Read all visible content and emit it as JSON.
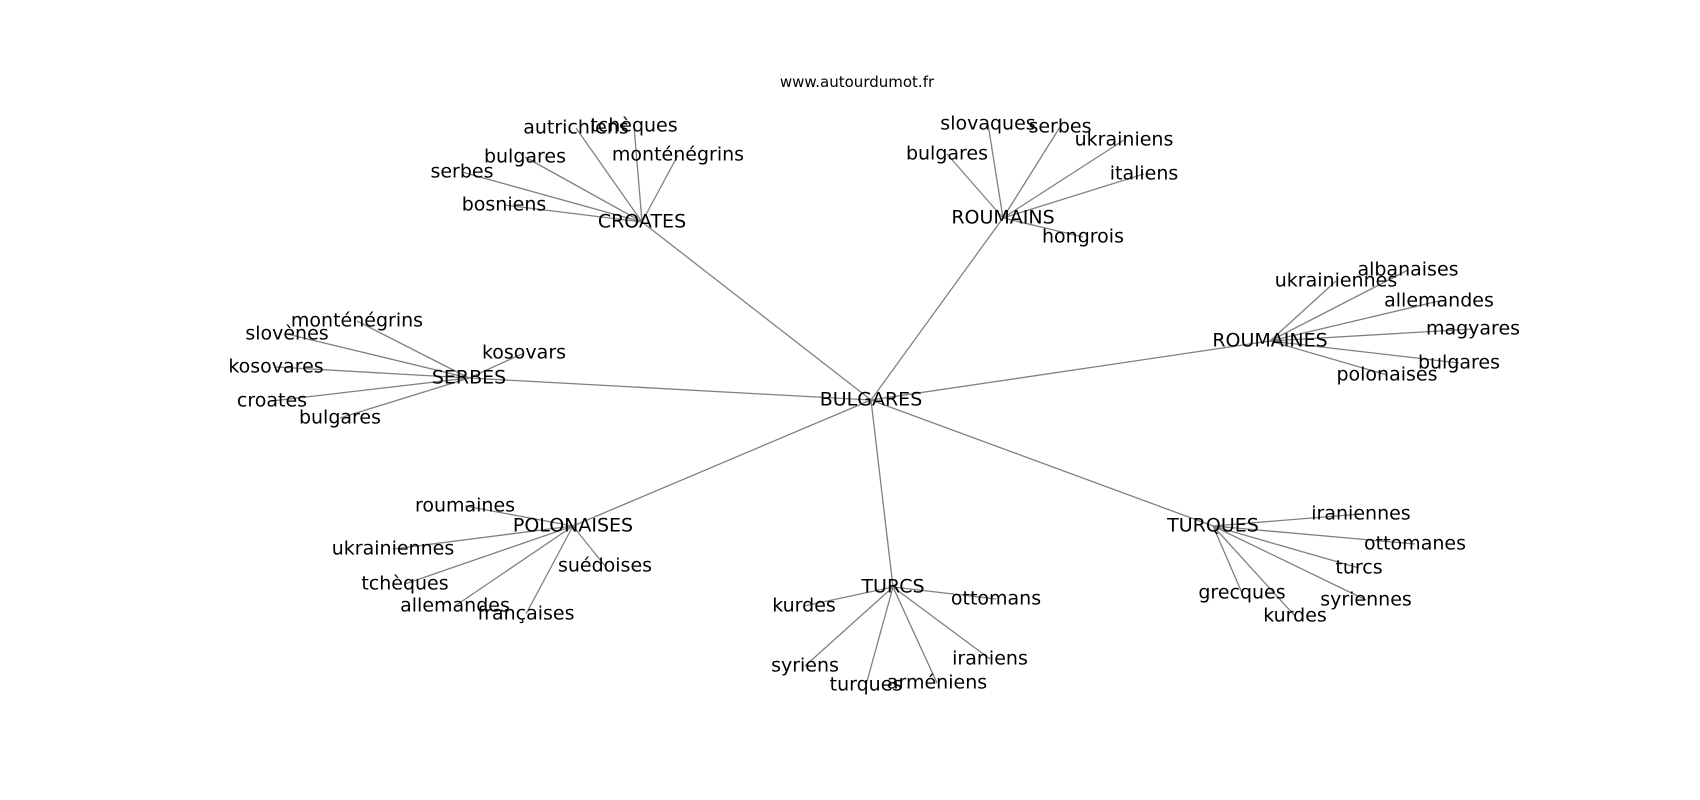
{
  "site": "www.autourdumot.fr",
  "graph": {
    "nodes": [
      {
        "id": "root",
        "label": "BULGARES"
      },
      {
        "id": "croates",
        "label": "CROATES"
      },
      {
        "id": "roumains",
        "label": "ROUMAINS"
      },
      {
        "id": "roumaines",
        "label": "ROUMAINES"
      },
      {
        "id": "serbes",
        "label": "SERBES"
      },
      {
        "id": "polonaises",
        "label": "POLONAISES"
      },
      {
        "id": "turcs",
        "label": "TURCS"
      },
      {
        "id": "turques",
        "label": "TURQUES"
      },
      {
        "id": "c1",
        "label": "autrichiens"
      },
      {
        "id": "c2",
        "label": "tchèques"
      },
      {
        "id": "c3",
        "label": "bulgares"
      },
      {
        "id": "c4",
        "label": "monténégrins"
      },
      {
        "id": "c5",
        "label": "serbes"
      },
      {
        "id": "c6",
        "label": "bosniens"
      },
      {
        "id": "r1",
        "label": "slovaques"
      },
      {
        "id": "r2",
        "label": "serbes"
      },
      {
        "id": "r3",
        "label": "ukrainiens"
      },
      {
        "id": "r4",
        "label": "bulgares"
      },
      {
        "id": "r5",
        "label": "italiens"
      },
      {
        "id": "r6",
        "label": "hongrois"
      },
      {
        "id": "ra1",
        "label": "albanaises"
      },
      {
        "id": "ra2",
        "label": "ukrainiennes"
      },
      {
        "id": "ra3",
        "label": "allemandes"
      },
      {
        "id": "ra4",
        "label": "magyares"
      },
      {
        "id": "ra5",
        "label": "bulgares"
      },
      {
        "id": "ra6",
        "label": "polonaises"
      },
      {
        "id": "s1",
        "label": "monténégrins"
      },
      {
        "id": "s2",
        "label": "slovènes"
      },
      {
        "id": "s3",
        "label": "kosovars"
      },
      {
        "id": "s4",
        "label": "kosovares"
      },
      {
        "id": "s5",
        "label": "croates"
      },
      {
        "id": "s6",
        "label": "bulgares"
      },
      {
        "id": "p1",
        "label": "roumaines"
      },
      {
        "id": "p2",
        "label": "ukrainiennes"
      },
      {
        "id": "p3",
        "label": "suédoises"
      },
      {
        "id": "p4",
        "label": "tchèques"
      },
      {
        "id": "p5",
        "label": "allemandes"
      },
      {
        "id": "p6",
        "label": "françaises"
      },
      {
        "id": "t1",
        "label": "kurdes"
      },
      {
        "id": "t2",
        "label": "ottomans"
      },
      {
        "id": "t3",
        "label": "syriens"
      },
      {
        "id": "t4",
        "label": "iraniens"
      },
      {
        "id": "t5",
        "label": "turques"
      },
      {
        "id": "t6",
        "label": "arméniens"
      },
      {
        "id": "q1",
        "label": "iraniennes"
      },
      {
        "id": "q2",
        "label": "ottomanes"
      },
      {
        "id": "q3",
        "label": "turcs"
      },
      {
        "id": "q4",
        "label": "grecques"
      },
      {
        "id": "q5",
        "label": "syriennes"
      },
      {
        "id": "q6",
        "label": "kurdes"
      }
    ],
    "edges": [
      [
        "root",
        "croates"
      ],
      [
        "root",
        "roumains"
      ],
      [
        "root",
        "roumaines"
      ],
      [
        "root",
        "serbes"
      ],
      [
        "root",
        "polonaises"
      ],
      [
        "root",
        "turcs"
      ],
      [
        "root",
        "turques"
      ],
      [
        "croates",
        "c1"
      ],
      [
        "croates",
        "c2"
      ],
      [
        "croates",
        "c3"
      ],
      [
        "croates",
        "c4"
      ],
      [
        "croates",
        "c5"
      ],
      [
        "croates",
        "c6"
      ],
      [
        "roumains",
        "r1"
      ],
      [
        "roumains",
        "r2"
      ],
      [
        "roumains",
        "r3"
      ],
      [
        "roumains",
        "r4"
      ],
      [
        "roumains",
        "r5"
      ],
      [
        "roumains",
        "r6"
      ],
      [
        "roumaines",
        "ra1"
      ],
      [
        "roumaines",
        "ra2"
      ],
      [
        "roumaines",
        "ra3"
      ],
      [
        "roumaines",
        "ra4"
      ],
      [
        "roumaines",
        "ra5"
      ],
      [
        "roumaines",
        "ra6"
      ],
      [
        "serbes",
        "s1"
      ],
      [
        "serbes",
        "s2"
      ],
      [
        "serbes",
        "s3"
      ],
      [
        "serbes",
        "s4"
      ],
      [
        "serbes",
        "s5"
      ],
      [
        "serbes",
        "s6"
      ],
      [
        "polonaises",
        "p1"
      ],
      [
        "polonaises",
        "p2"
      ],
      [
        "polonaises",
        "p3"
      ],
      [
        "polonaises",
        "p4"
      ],
      [
        "polonaises",
        "p5"
      ],
      [
        "polonaises",
        "p6"
      ],
      [
        "turcs",
        "t1"
      ],
      [
        "turcs",
        "t2"
      ],
      [
        "turcs",
        "t3"
      ],
      [
        "turcs",
        "t4"
      ],
      [
        "turcs",
        "t5"
      ],
      [
        "turcs",
        "t6"
      ],
      [
        "turques",
        "q1"
      ],
      [
        "turques",
        "q2"
      ],
      [
        "turques",
        "q3"
      ],
      [
        "turques",
        "q4"
      ],
      [
        "turques",
        "q5"
      ],
      [
        "turques",
        "q6"
      ]
    ]
  }
}
